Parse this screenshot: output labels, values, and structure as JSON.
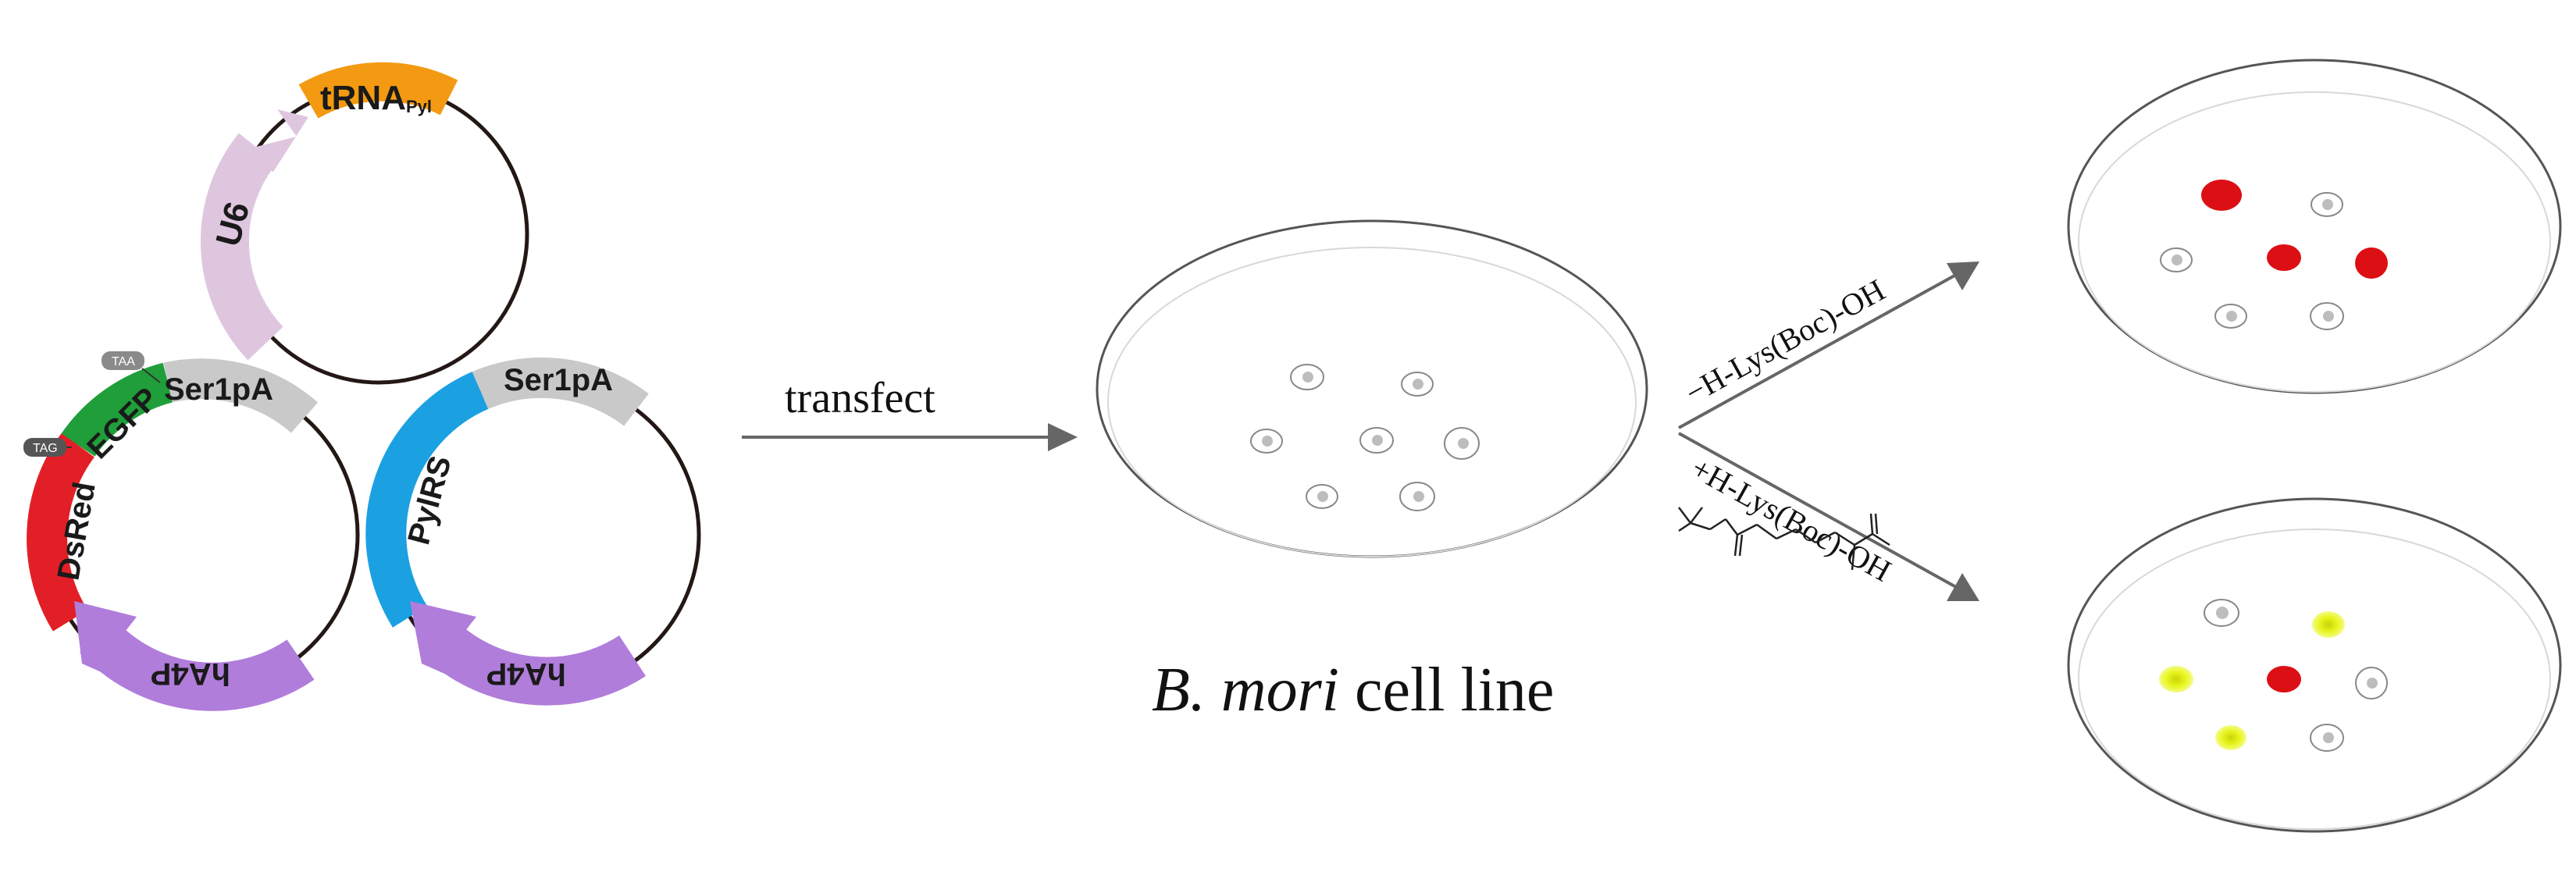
{
  "plasmid_top": {
    "trna_label": "tRNA",
    "trna_sub": "Pyl",
    "promoter_label": "U6"
  },
  "plasmid_left": {
    "reporter_red_label": "DsRed",
    "reporter_green_label": "EGFP",
    "polya_label": "Ser1pA",
    "promoter_label": "hA4P",
    "stop_tag_label": "TAG",
    "stop_taa_label": "TAA"
  },
  "plasmid_right": {
    "gene_label": "PylRS",
    "polya_label": "Ser1pA",
    "promoter_label": "hA4P"
  },
  "arrow_label": "transfect",
  "dish_caption": {
    "italic": "B. mori",
    "rest": " cell line"
  },
  "condition_minus": "−H-Lys(Boc)-OH",
  "condition_plus": "+H-Lys(Boc)-OH",
  "colors": {
    "trna": "#f39a12",
    "u6": "#dfc6df",
    "dsred": "#e21f26",
    "egfp": "#1f9e3a",
    "polya": "#c9c9c9",
    "pylrs": "#1ba0e2",
    "ha4p": "#b07ddb",
    "backbone": "#231815",
    "cell_red": "#dc0f14",
    "cell_yellow": "#e8f51c"
  }
}
